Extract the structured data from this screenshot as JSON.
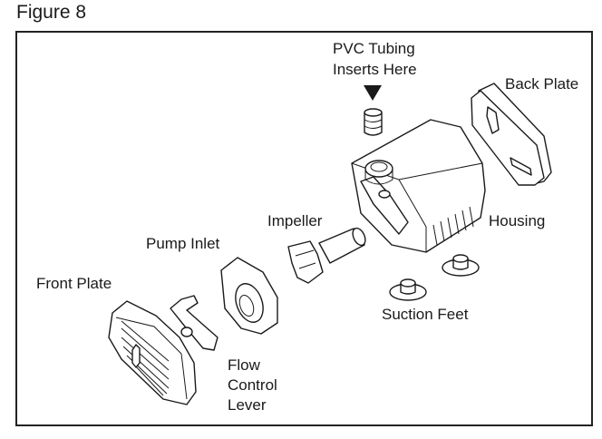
{
  "figure_title": "Figure 8",
  "labels": {
    "pvc_tubing": [
      "PVC Tubing",
      "Inserts Here"
    ],
    "back_plate": "Back Plate",
    "housing": "Housing",
    "impeller": "Impeller",
    "pump_inlet": "Pump Inlet",
    "front_plate": "Front Plate",
    "suction_feet": "Suction Feet",
    "flow_control_lever": [
      "Flow",
      "Control",
      "Lever"
    ]
  }
}
